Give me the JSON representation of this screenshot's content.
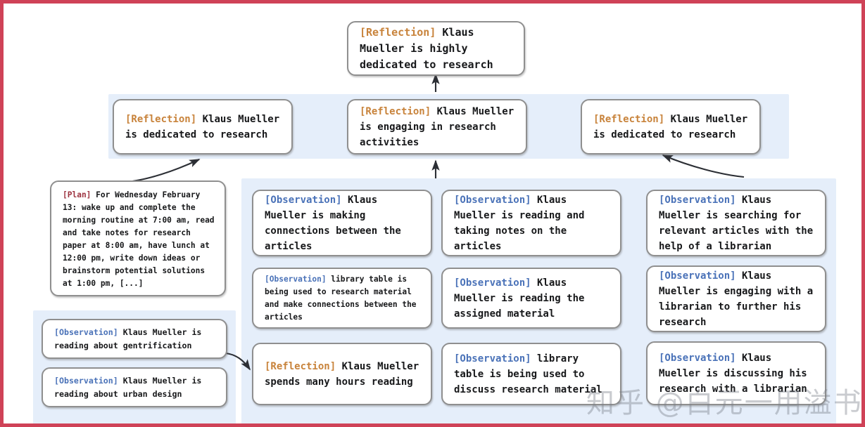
{
  "figure": {
    "border_color": "#cf4257",
    "panel_color": "#e5eefa",
    "node_border_color": "#8f8f8f"
  },
  "tags": {
    "reflection": "[Reflection]",
    "observation": "[Observation]",
    "plan": "[Plan]"
  },
  "tag_colors": {
    "reflection": "#c8833b",
    "observation": "#4a72b8",
    "plan": "#9d3340"
  },
  "nodes": {
    "root": {
      "tag": "[Reflection]",
      "text": " Klaus Mueller is highly dedicated to research"
    },
    "reflection_left": {
      "tag": "[Reflection]",
      "text": " Klaus Mueller is dedicated to research"
    },
    "reflection_mid": {
      "tag": "[Reflection]",
      "text": " Klaus Mueller is engaging in research activities"
    },
    "reflection_right": {
      "tag": "[Reflection]",
      "text": " Klaus Mueller is dedicated to research"
    },
    "plan": {
      "tag": "[Plan]",
      "text": " For Wednesday February 13: wake up and complete the morning routine at 7:00 am, read and take notes for research paper at 8:00 am, have lunch at 12:00 pm, write down ideas or brainstorm potential solutions at 1:00 pm, [...]"
    },
    "obs_bl_1": {
      "tag": "[Observation]",
      "text": " Klaus Mueller is reading about gentrification"
    },
    "obs_bl_2": {
      "tag": "[Observation]",
      "text": " Klaus Mueller is reading about urban design"
    },
    "col1_1": {
      "tag": "[Observation]",
      "text": " Klaus Mueller is making connections between the articles"
    },
    "col1_2": {
      "tag": "[Observation]",
      "text": " library table is being used to research material and make connections between the articles"
    },
    "col1_3": {
      "tag": "[Reflection]",
      "text": " Klaus Mueller spends many hours reading"
    },
    "col2_1": {
      "tag": "[Observation]",
      "text": " Klaus Mueller is reading and taking notes on the articles"
    },
    "col2_2": {
      "tag": "[Observation]",
      "text": " Klaus Mueller is reading the assigned material"
    },
    "col2_3": {
      "tag": "[Observation]",
      "text": " library table is being used to discuss research material"
    },
    "col3_1": {
      "tag": "[Observation]",
      "text": " Klaus Mueller is searching for relevant articles with the help of a librarian"
    },
    "col3_2": {
      "tag": "[Observation]",
      "text": " Klaus Mueller is engaging with a librarian to further his research"
    },
    "col3_3": {
      "tag": "[Observation]",
      "text": " Klaus Mueller is discussing his research with a librarian"
    }
  },
  "watermark": {
    "text": "知乎 @白元一用溢书生"
  }
}
